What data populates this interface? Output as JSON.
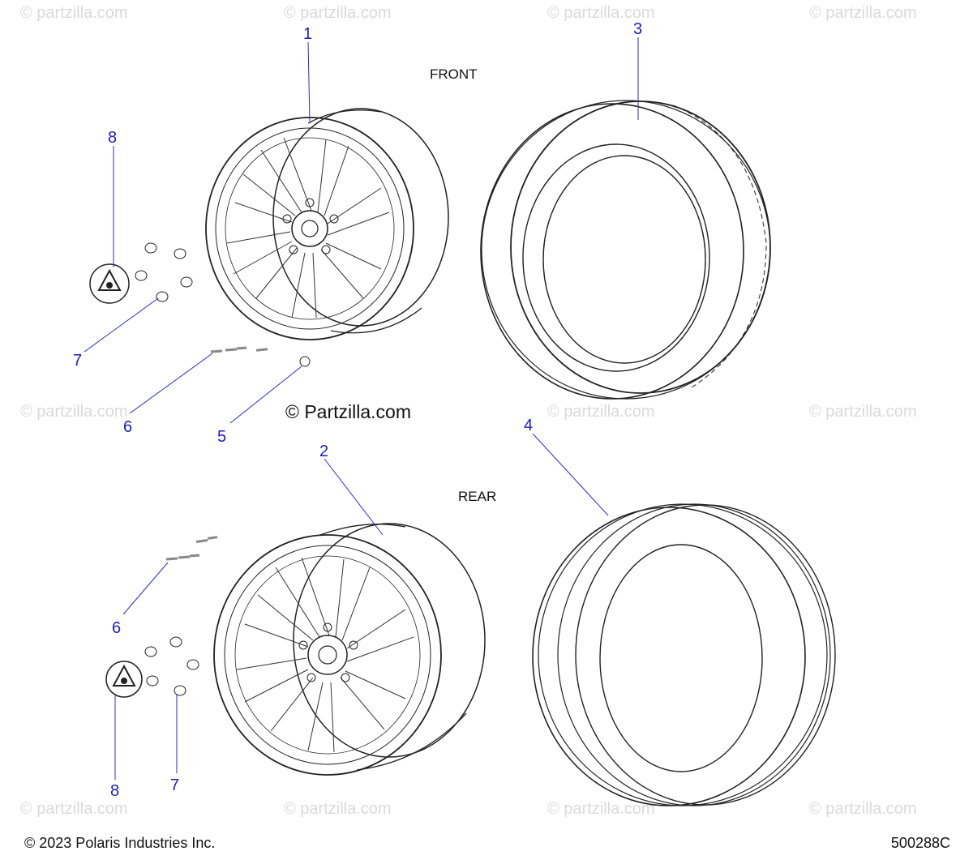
{
  "watermark": "© partzilla.com",
  "center_watermark": "© Partzilla.com",
  "sections": {
    "front": "FRONT",
    "rear": "REAR"
  },
  "callouts": [
    {
      "id": "c1",
      "label": "1"
    },
    {
      "id": "c2",
      "label": "2"
    },
    {
      "id": "c3",
      "label": "3"
    },
    {
      "id": "c4",
      "label": "4"
    },
    {
      "id": "c5",
      "label": "5"
    },
    {
      "id": "c6a",
      "label": "6"
    },
    {
      "id": "c6b",
      "label": "6"
    },
    {
      "id": "c7a",
      "label": "7"
    },
    {
      "id": "c7b",
      "label": "7"
    },
    {
      "id": "c8a",
      "label": "8"
    },
    {
      "id": "c8b",
      "label": "8"
    }
  ],
  "footer": {
    "copyright": "© 2023 Polaris Industries Inc.",
    "doc_number": "500288C"
  },
  "colors": {
    "callout": "#1c1cc8",
    "watermark": "#dadada",
    "ink": "#222222"
  }
}
